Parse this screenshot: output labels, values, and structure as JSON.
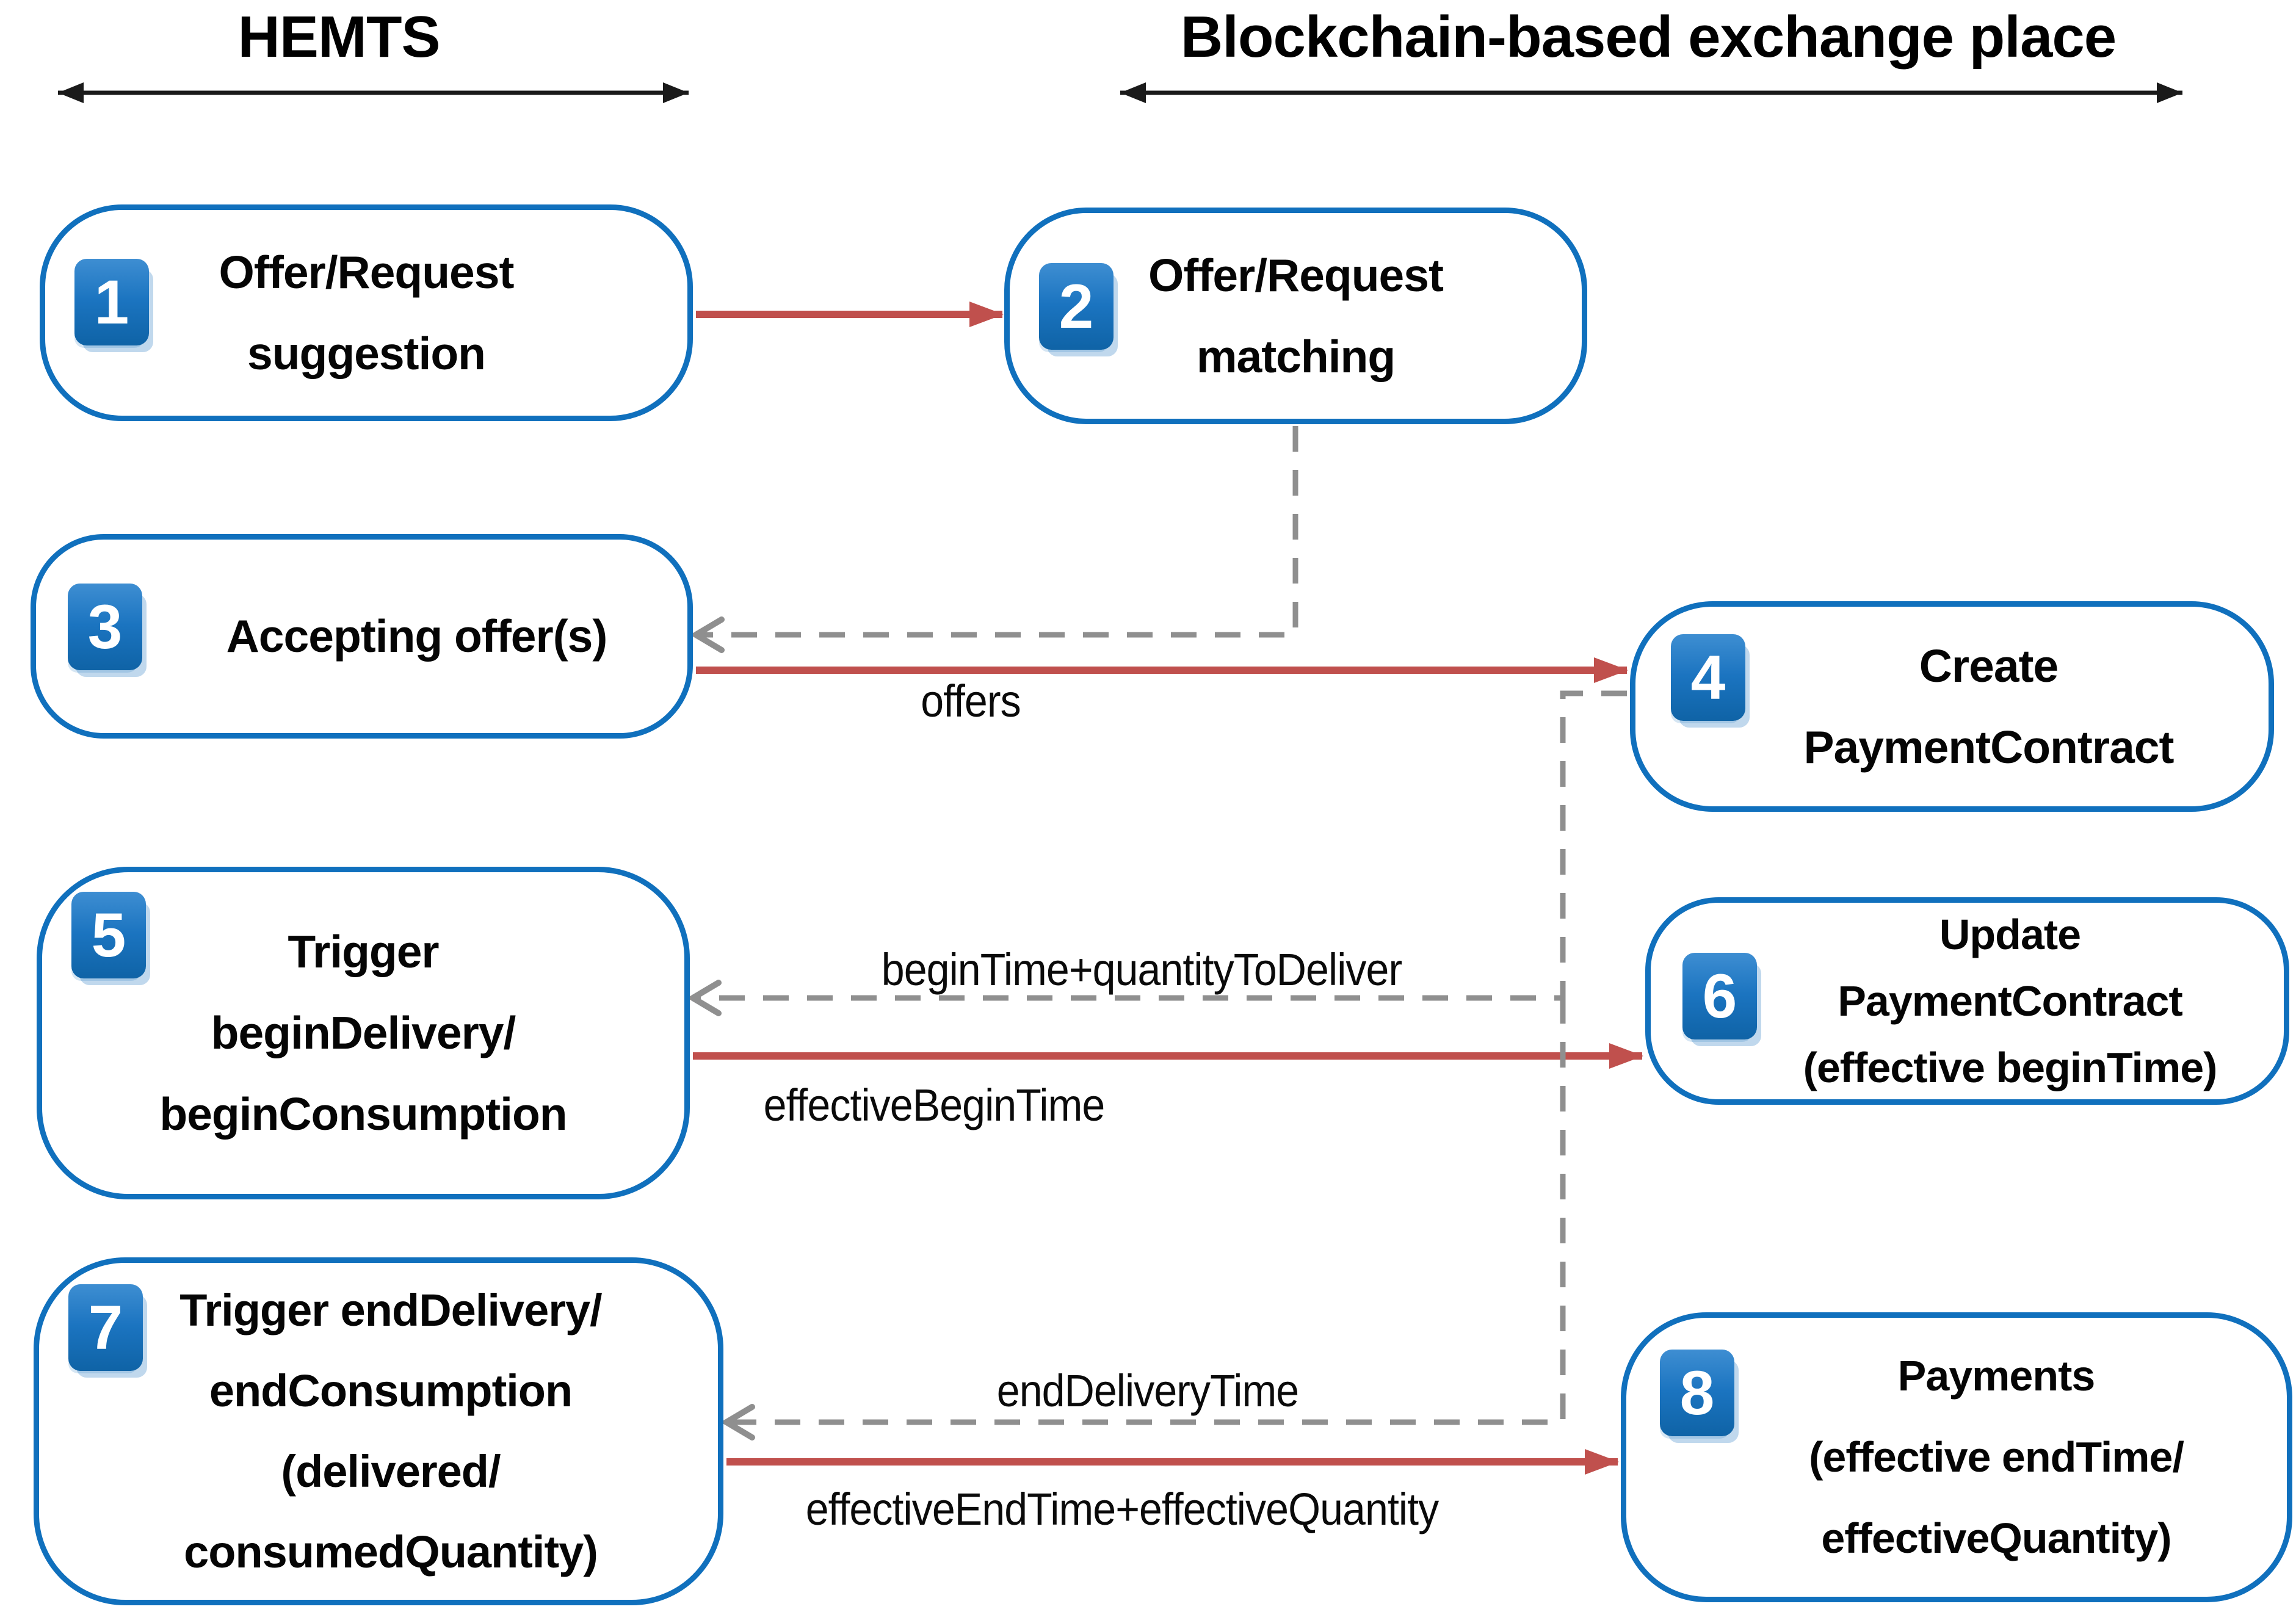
{
  "headers": {
    "left": "HEMTS",
    "right": "Blockchain-based exchange place"
  },
  "steps": [
    {
      "number": "1",
      "lines": [
        "Offer/Request",
        "suggestion"
      ]
    },
    {
      "number": "2",
      "lines": [
        "Offer/Request",
        "matching"
      ]
    },
    {
      "number": "3",
      "lines": [
        "Accepting offer(s)"
      ]
    },
    {
      "number": "4",
      "lines": [
        "Create",
        "PaymentContract"
      ]
    },
    {
      "number": "5",
      "lines": [
        "Trigger",
        "beginDelivery/",
        "beginConsumption"
      ]
    },
    {
      "number": "6",
      "lines": [
        "Update",
        "PaymentContract",
        "(effective beginTime)"
      ]
    },
    {
      "number": "7",
      "lines": [
        "Trigger endDelivery/",
        "endConsumption",
        "(delivered/",
        "consumedQuantity)"
      ]
    },
    {
      "number": "8",
      "lines": [
        "Payments",
        "(effective endTime/",
        "effectiveQuantity)"
      ]
    }
  ],
  "arrow_labels": {
    "offers": "offers",
    "begin_request": "beginTime+quantityToDeliver",
    "begin_response": "effectiveBeginTime",
    "end_request": "endDeliveryTime",
    "end_response": "effectiveEndTime+effectiveQuantity"
  },
  "colors": {
    "box_border": "#1070bd",
    "badge_fill": "#1b74c0",
    "solid_arrow": "#c0504d",
    "dashed_arrow": "#8f8f8f",
    "lane_arrow": "#1a1a1a",
    "text": "#050505"
  }
}
